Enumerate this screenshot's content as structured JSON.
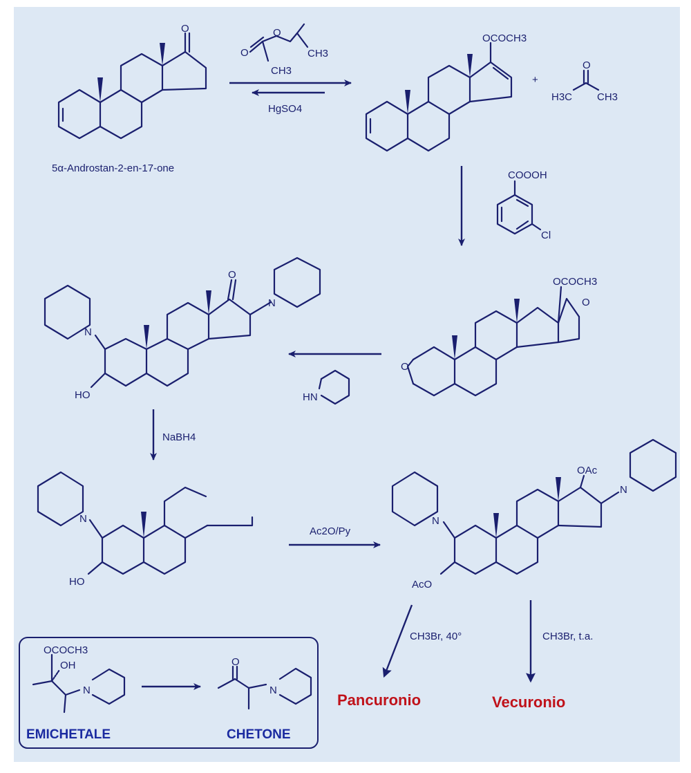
{
  "colors": {
    "background": "#dde8f4",
    "ink": "#1a1f6e",
    "product": "#c0121a",
    "box_label": "#1a2aa0"
  },
  "compounds": {
    "start": {
      "name": "5α-Androstan-2-en-17-one",
      "carbonyl_O": "O"
    },
    "enol_acetate": {
      "group": "OCOCH3"
    },
    "acetone": {
      "plus": "+",
      "O": "O",
      "left": "H3C",
      "right": "CH3"
    },
    "isopropenyl_acetate": {
      "O_carbonyl": "O",
      "O_ester": "O",
      "CH3_a": "CH3",
      "CH3_b": "CH3"
    },
    "mcpba": {
      "acid": "COOOH",
      "halogen": "Cl"
    },
    "diepoxide": {
      "group": "OCOCH3",
      "O_left": "O",
      "O_right": "O"
    },
    "amino_ketone": {
      "O": "O",
      "N1": "N",
      "N2": "N",
      "HO": "HO"
    },
    "diol": {
      "N": "N",
      "HO": "HO"
    },
    "diacetate": {
      "OAc_top": "OAc",
      "AcO": "AcO",
      "N1": "N",
      "N2": "N"
    },
    "piperidine": {
      "HN": "HN"
    }
  },
  "reagents": {
    "step1_catalyst": "HgSO4",
    "reduction": "NaBH4",
    "acetylation": "Ac2O/Py",
    "quat_hot": "CH3Br, 40°",
    "quat_rt": "CH3Br, t.a."
  },
  "products": {
    "left": "Pancuronio",
    "right": "Vecuronio"
  },
  "inset": {
    "left_group": "OCOCH3",
    "left_OH": "OH",
    "left_N": "N",
    "left_label": "EMICHETALE",
    "right_O": "O",
    "right_N": "N",
    "right_label": "CHETONE"
  }
}
